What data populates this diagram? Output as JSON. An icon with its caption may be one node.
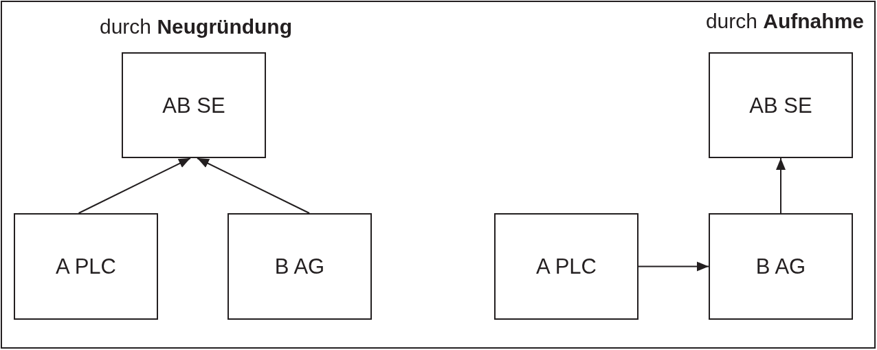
{
  "diagram": {
    "nodes": [
      {
        "text": [
          "AB SE"
        ]
      },
      {
        "text": [
          "AB SE"
        ]
      },
      {
        "text": [
          "A PLC"
        ]
      },
      {
        "text": [
          "B AG"
        ]
      },
      {
        "text": [
          "A PLC"
        ]
      },
      {
        "text": [
          "B AG"
        ]
      }
    ],
    "edges": [
      {
        "from": 2,
        "to": 0,
        "arrow": "to"
      },
      {
        "from": 3,
        "to": 0,
        "arrow": "to"
      },
      {
        "from": 4,
        "to": 5,
        "arrow": "to"
      },
      {
        "from": 5,
        "to": 1,
        "arrow": "to"
      }
    ],
    "labels": [
      "durch **Neugründung**",
      "durch **Aufnahme**"
    ]
  }
}
